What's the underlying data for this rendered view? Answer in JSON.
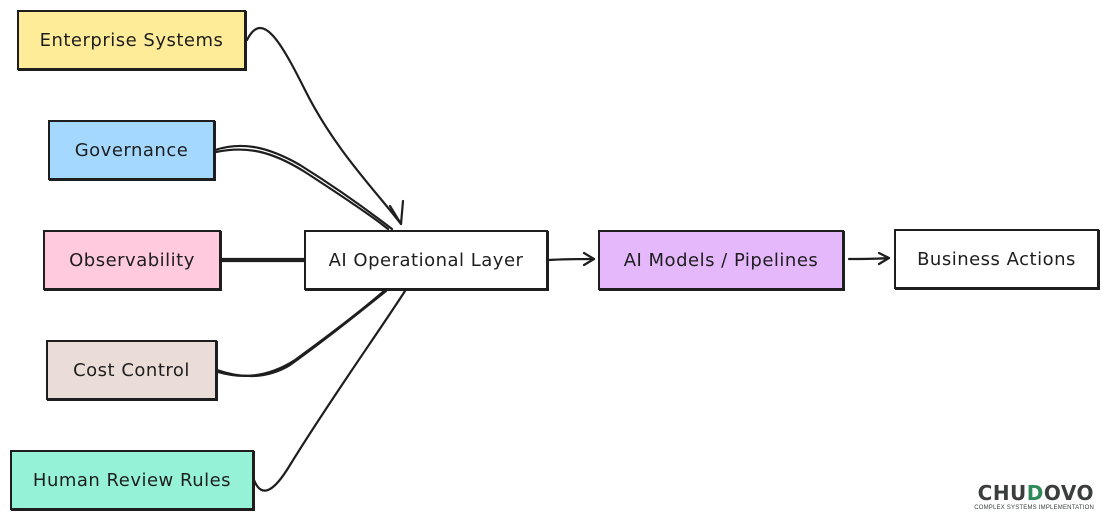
{
  "diagram": {
    "nodes": {
      "enterprise_systems": {
        "label": "Enterprise Systems",
        "fill": "#ffec99"
      },
      "governance": {
        "label": "Governance",
        "fill": "#a5d8ff"
      },
      "observability": {
        "label": "Observability",
        "fill": "#ffc9de"
      },
      "cost_control": {
        "label": "Cost Control",
        "fill": "#eaddd7"
      },
      "human_review_rules": {
        "label": "Human Review Rules",
        "fill": "#96f2d7"
      },
      "ai_operational_layer": {
        "label": "AI Operational Layer",
        "fill": "#ffffff"
      },
      "ai_models_pipelines": {
        "label": "AI Models / Pipelines",
        "fill": "#e5b7fb"
      },
      "business_actions": {
        "label": "Business Actions",
        "fill": "#ffffff"
      }
    },
    "edges": [
      {
        "from": "enterprise_systems",
        "to": "ai_operational_layer",
        "arrowhead": true
      },
      {
        "from": "governance",
        "to": "ai_operational_layer",
        "arrowhead": false
      },
      {
        "from": "observability",
        "to": "ai_operational_layer",
        "arrowhead": false
      },
      {
        "from": "cost_control",
        "to": "ai_operational_layer",
        "arrowhead": false
      },
      {
        "from": "human_review_rules",
        "to": "ai_operational_layer",
        "arrowhead": false
      },
      {
        "from": "ai_operational_layer",
        "to": "ai_models_pipelines",
        "arrowhead": true
      },
      {
        "from": "ai_models_pipelines",
        "to": "business_actions",
        "arrowhead": true
      }
    ],
    "stroke_color": "#1e1e1e"
  },
  "logo": {
    "word_start": "CHU",
    "word_accent": "D",
    "word_end": "OVO",
    "tagline": "COMPLEX SYSTEMS IMPLEMENTATION",
    "text_color": "#3a3f3d",
    "accent_color": "#2e8b57"
  }
}
